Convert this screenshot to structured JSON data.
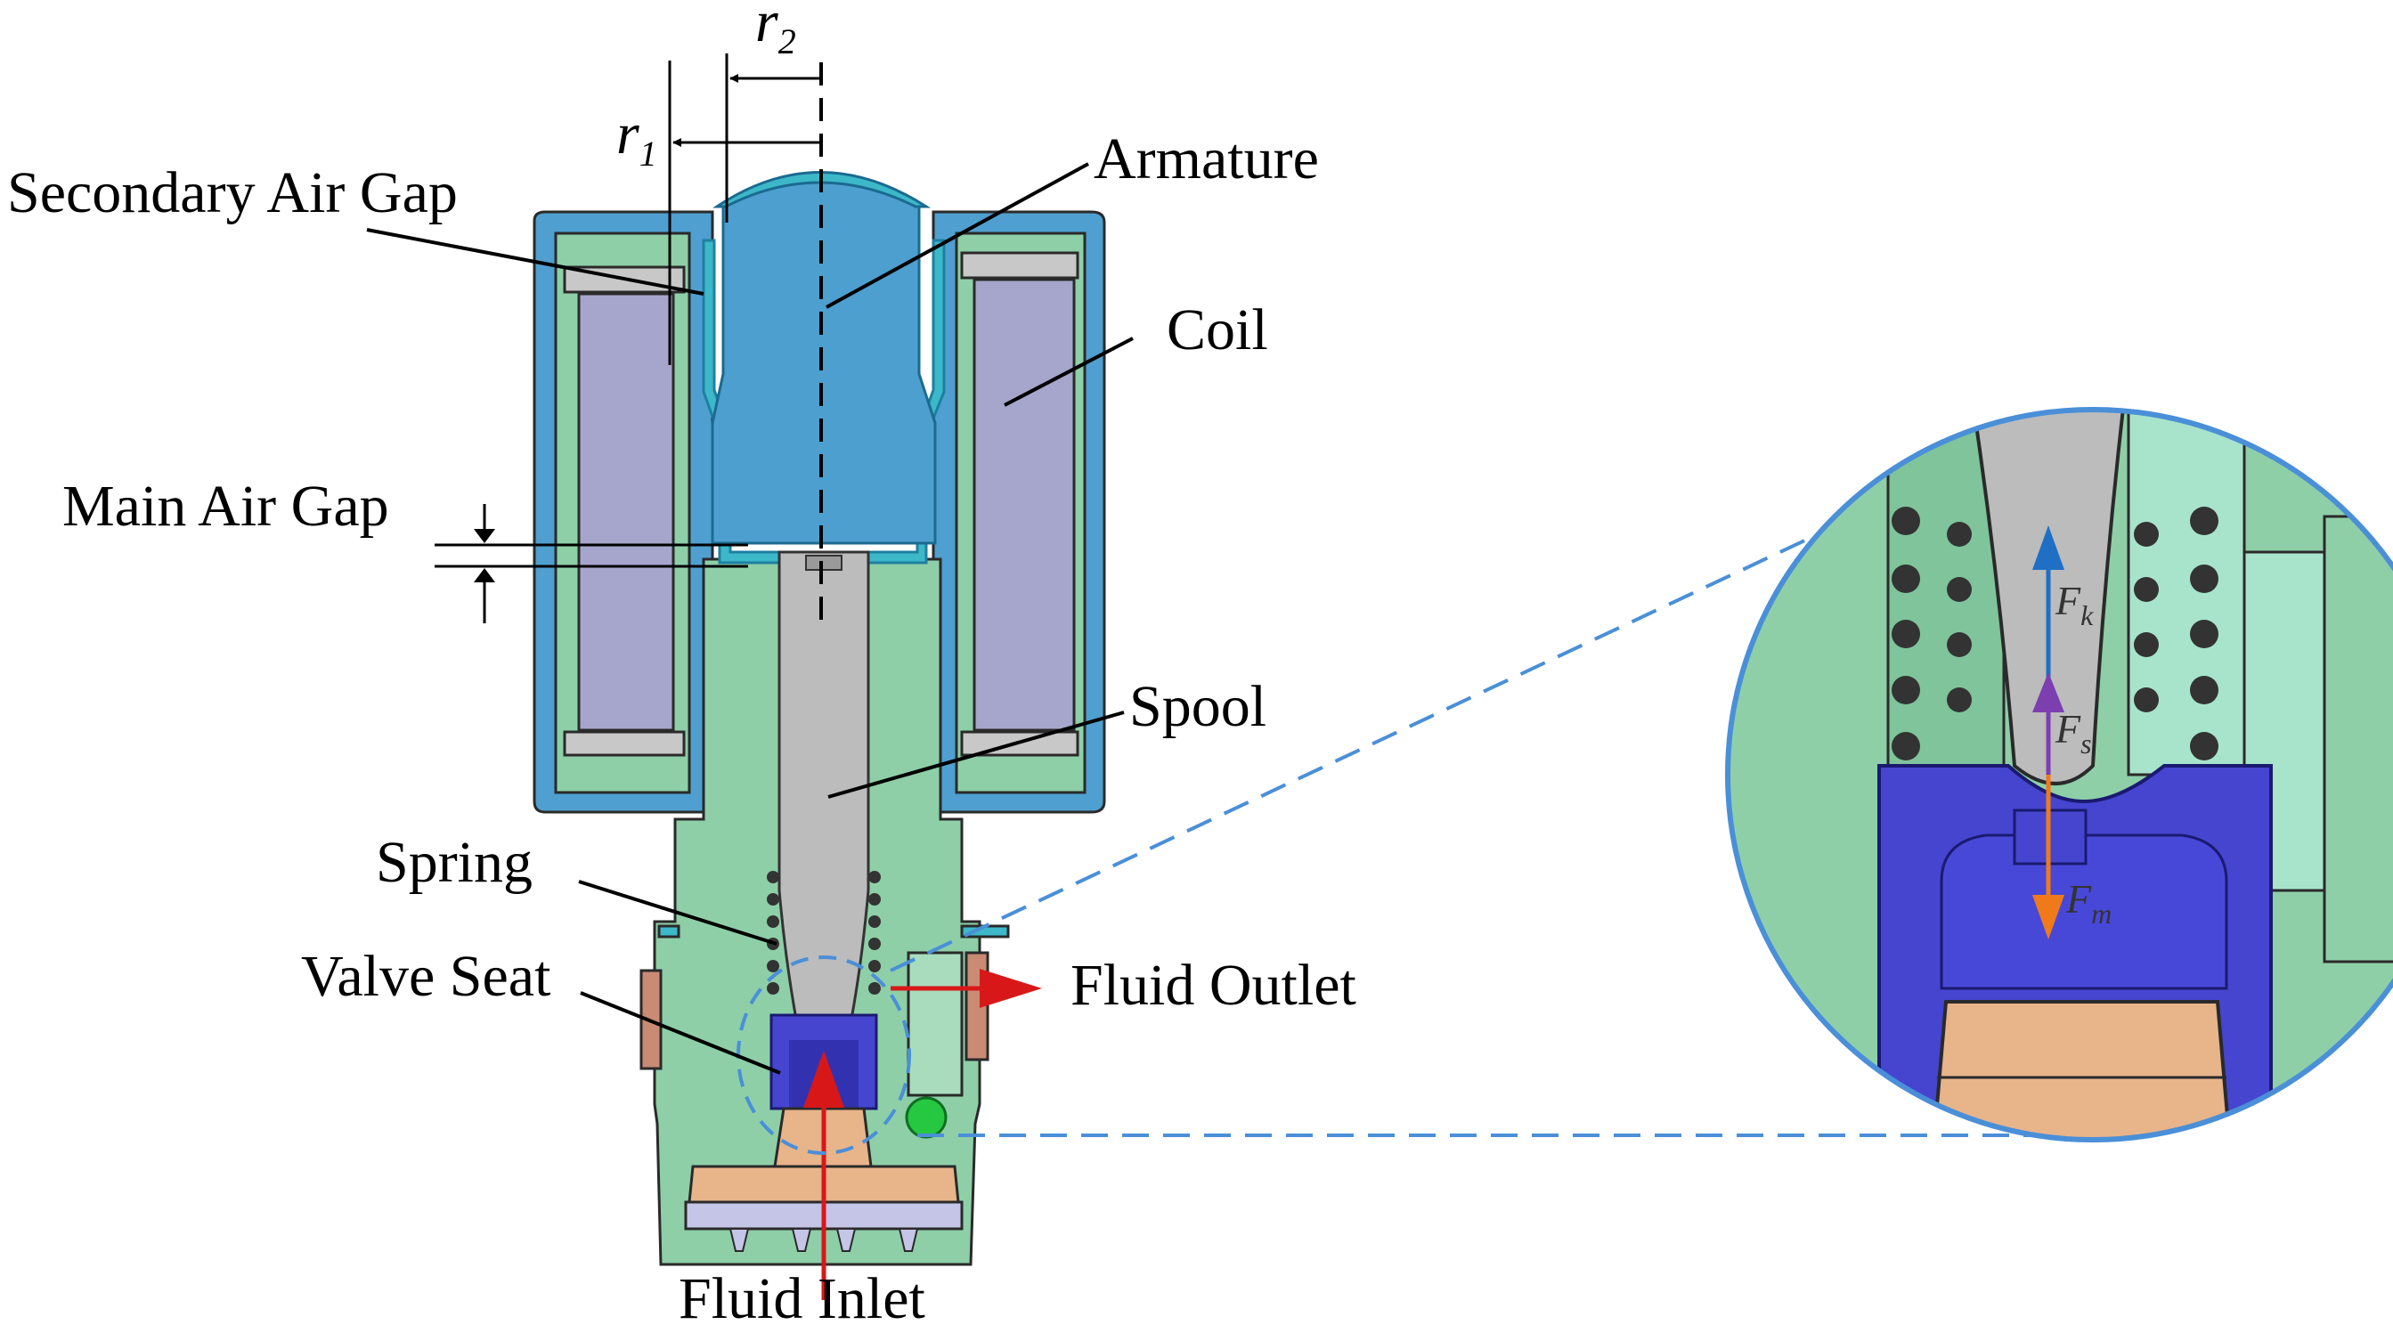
{
  "labels": {
    "secondary_air_gap": "Secondary Air Gap",
    "armature": "Armature",
    "coil": "Coil",
    "main_air_gap": "Main Air Gap",
    "spool": "Spool",
    "spring": "Spring",
    "valve_seat": "Valve Seat",
    "fluid_outlet": "Fluid Outlet",
    "fluid_inlet": "Fluid Inlet"
  },
  "dimensions": {
    "r1": {
      "base": "r",
      "sub": "1"
    },
    "r2": {
      "base": "r",
      "sub": "2"
    }
  },
  "forces": {
    "fk": {
      "base": "F",
      "sub": "k",
      "color": "#1f6fc5"
    },
    "fs": {
      "base": "F",
      "sub": "s",
      "color": "#7b3fb0"
    },
    "fm": {
      "base": "F",
      "sub": "m",
      "color": "#f07a1a"
    }
  },
  "colors": {
    "housing": "#4f9fd0",
    "armature": "#4d9fcf",
    "coil": "#a6a6cc",
    "body": "#8ecfa8",
    "spool": "#bcbcbc",
    "valve_seat": "#4545d0",
    "insert": "#e8b48a",
    "flow_arrow": "#d81818",
    "zoom_line": "#4a8fd8",
    "ball": "#25c840"
  }
}
